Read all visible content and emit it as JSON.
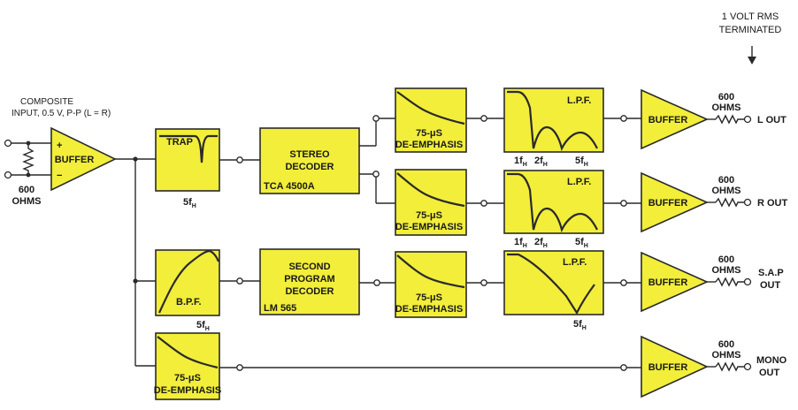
{
  "note": {
    "line1": "1 VOLT RMS",
    "line2": "TERMINATED"
  },
  "input": {
    "label1": "COMPOSITE",
    "label2": "INPUT, 0.5 V, P-P (L = R)",
    "ohms_value": "600",
    "ohms_unit": "OHMS",
    "plus": "+",
    "minus": "−"
  },
  "blocks": {
    "input_buffer": "BUFFER",
    "trap": "TRAP",
    "trap_freq": "5f",
    "stereo_decoder": {
      "line1": "STEREO",
      "line2": "DECODER",
      "chip": "TCA 4500A"
    },
    "bpf": "B.P.F.",
    "bpf_freq": "5f",
    "sap_decoder": {
      "line1": "SECOND",
      "line2": "PROGRAM",
      "line3": "DECODER",
      "chip": "LM 565"
    },
    "deemph": {
      "line1": "75-μS",
      "line2": "DE-EMPHASIS"
    },
    "lpf": "L.P.F.",
    "lpf_tick1": "1f",
    "lpf_tick2": "2f",
    "lpf_tick5": "5f",
    "sub_h": "H",
    "out_buffer": "BUFFER"
  },
  "outputs": {
    "ohms_value": "600",
    "ohms_unit": "OHMS",
    "l_out": "L  OUT",
    "r_out": "R  OUT",
    "sap_out1": "S.A.P",
    "sap_out2": "OUT",
    "mono_out1": "MONO",
    "mono_out2": "OUT"
  },
  "colors": {
    "block_fill": "#f2ee3a",
    "line": "#2a2a2a"
  }
}
